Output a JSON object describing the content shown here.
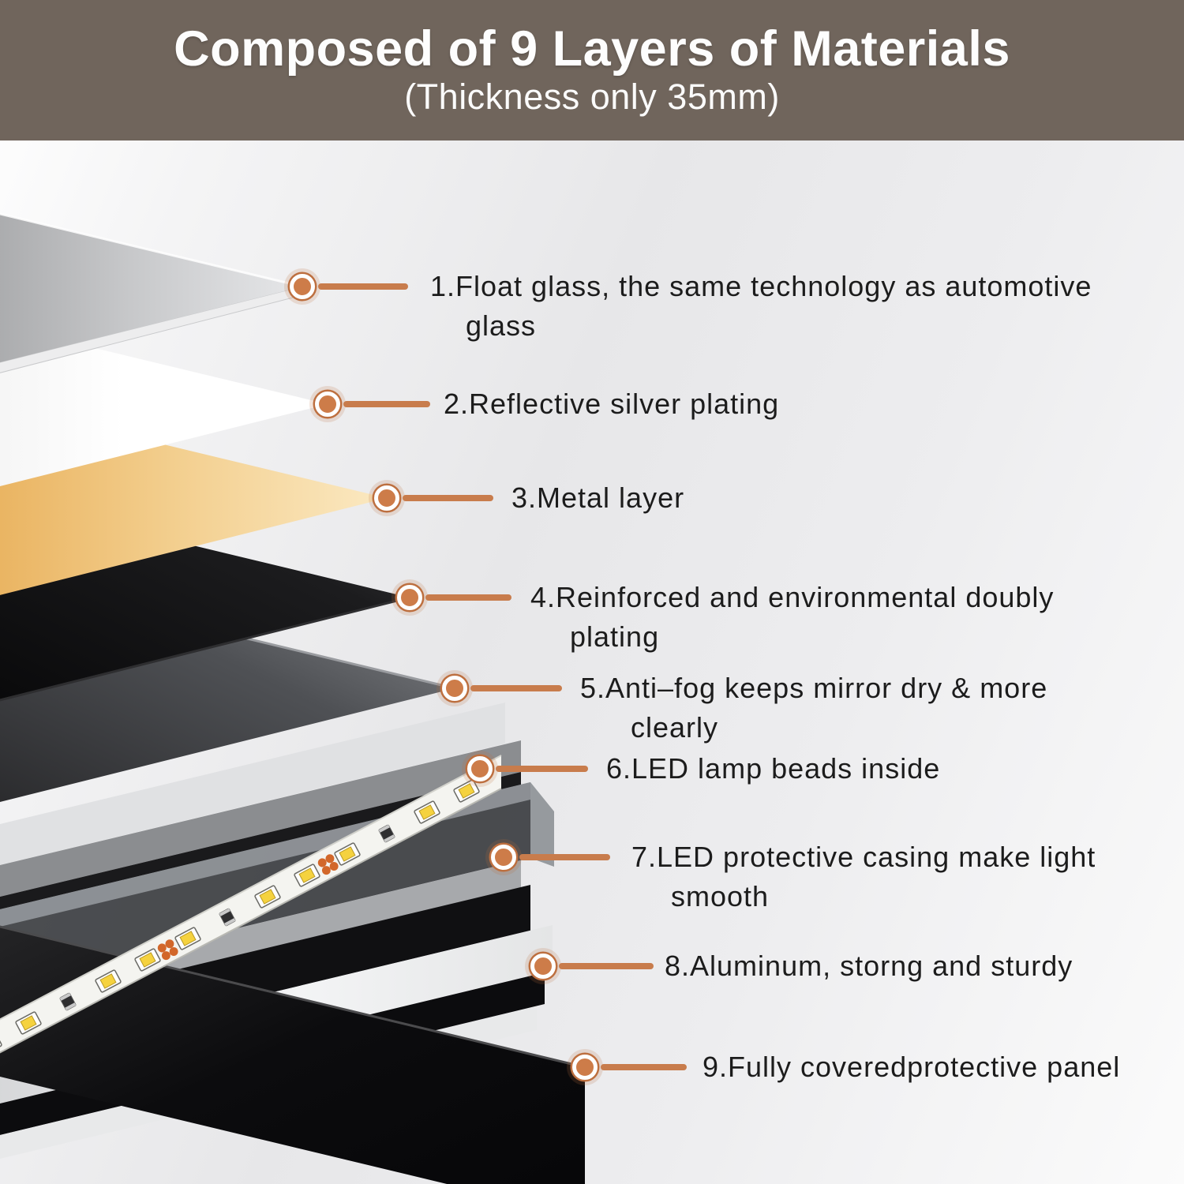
{
  "header": {
    "title": "Composed of 9 Layers of Materials",
    "subtitle": "(Thickness only 35mm)"
  },
  "colors": {
    "header_bg": "#70655c",
    "accent_orange": "#c87c4c",
    "label_text": "#1c1c1c",
    "glass_gray": "#c4c5c7",
    "silver_white": "#ffffff",
    "metal_gold": "#eec27c",
    "plating_black": "#141416",
    "antifog_gray": "#55575b",
    "led_strip_white": "#f4f4f0",
    "led_chip_yellow": "#f5d23f",
    "aluminum_white": "#eceded",
    "panel_black": "#101013"
  },
  "callouts": [
    {
      "num": "1",
      "line1": "1.Float glass, the same technology as automotive",
      "line2": "glass"
    },
    {
      "num": "2",
      "line1": "2.Reflective silver plating",
      "line2": ""
    },
    {
      "num": "3",
      "line1": "3.Metal layer",
      "line2": ""
    },
    {
      "num": "4",
      "line1": "4.Reinforced and environmental doubly",
      "line2": "plating"
    },
    {
      "num": "5",
      "line1": "5.Anti–fog keeps mirror dry & more",
      "line2": "clearly"
    },
    {
      "num": "6",
      "line1": "6.LED lamp beads inside",
      "line2": ""
    },
    {
      "num": "7",
      "line1": "7.LED protective casing make light",
      "line2": "smooth"
    },
    {
      "num": "8",
      "line1": "8.Aluminum, storng and sturdy",
      "line2": ""
    },
    {
      "num": "9",
      "line1": "9.Fully coveredprotective panel",
      "line2": ""
    }
  ]
}
